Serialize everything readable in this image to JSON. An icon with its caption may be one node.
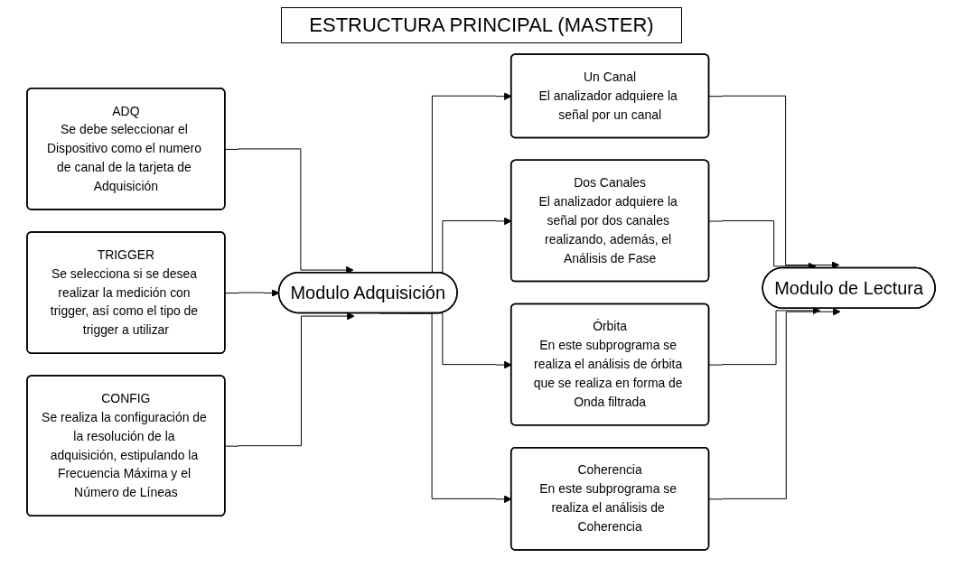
{
  "diagram": {
    "title": "ESTRUCTURA PRINCIPAL (MASTER)",
    "nodes": [
      {
        "text": [
          "ADQ",
          "Se debe seleccionar el Dispositivo como el numero de canal de la tarjeta de Adquisición"
        ]
      },
      {
        "text": [
          "TRIGGER",
          "Se selecciona si se desea realizar la medición con trigger, así como el tipo de trigger a utilizar"
        ]
      },
      {
        "text": [
          "CONFIG",
          "Se realiza la configuración de la resolución de la adquisición, estipulando la Frecuencia Máxima y el Número de Líneas"
        ]
      },
      {
        "text": [
          "Modulo Adquisición"
        ]
      },
      {
        "text": [
          "Un Canal",
          "El analizador adquiere la señal por un canal"
        ]
      },
      {
        "text": [
          "Dos Canales",
          "El analizador adquiere la señal por dos canales realizando, además, el Análisis de Fase"
        ]
      },
      {
        "text": [
          "Órbita",
          "En este subprograma se realiza el análisis de órbita que se realiza en forma de Onda filtrada"
        ]
      },
      {
        "text": [
          "Coherencia",
          "En este subprograma se realiza el análisis de Coherencia"
        ]
      },
      {
        "text": [
          "Modulo de Lectura"
        ]
      }
    ],
    "edges": [
      {
        "from": 0,
        "to": 3,
        "arrow": "to"
      },
      {
        "from": 1,
        "to": 3,
        "arrow": "to"
      },
      {
        "from": 2,
        "to": 3,
        "arrow": "to"
      },
      {
        "from": 3,
        "to": 4,
        "arrow": "to"
      },
      {
        "from": 3,
        "to": 5,
        "arrow": "to"
      },
      {
        "from": 3,
        "to": 6,
        "arrow": "to"
      },
      {
        "from": 3,
        "to": 7,
        "arrow": "to"
      },
      {
        "from": 4,
        "to": 8,
        "arrow": "to"
      },
      {
        "from": 5,
        "to": 8,
        "arrow": "to"
      },
      {
        "from": 6,
        "to": 8,
        "arrow": "to"
      },
      {
        "from": 7,
        "to": 8,
        "arrow": "to"
      }
    ]
  }
}
